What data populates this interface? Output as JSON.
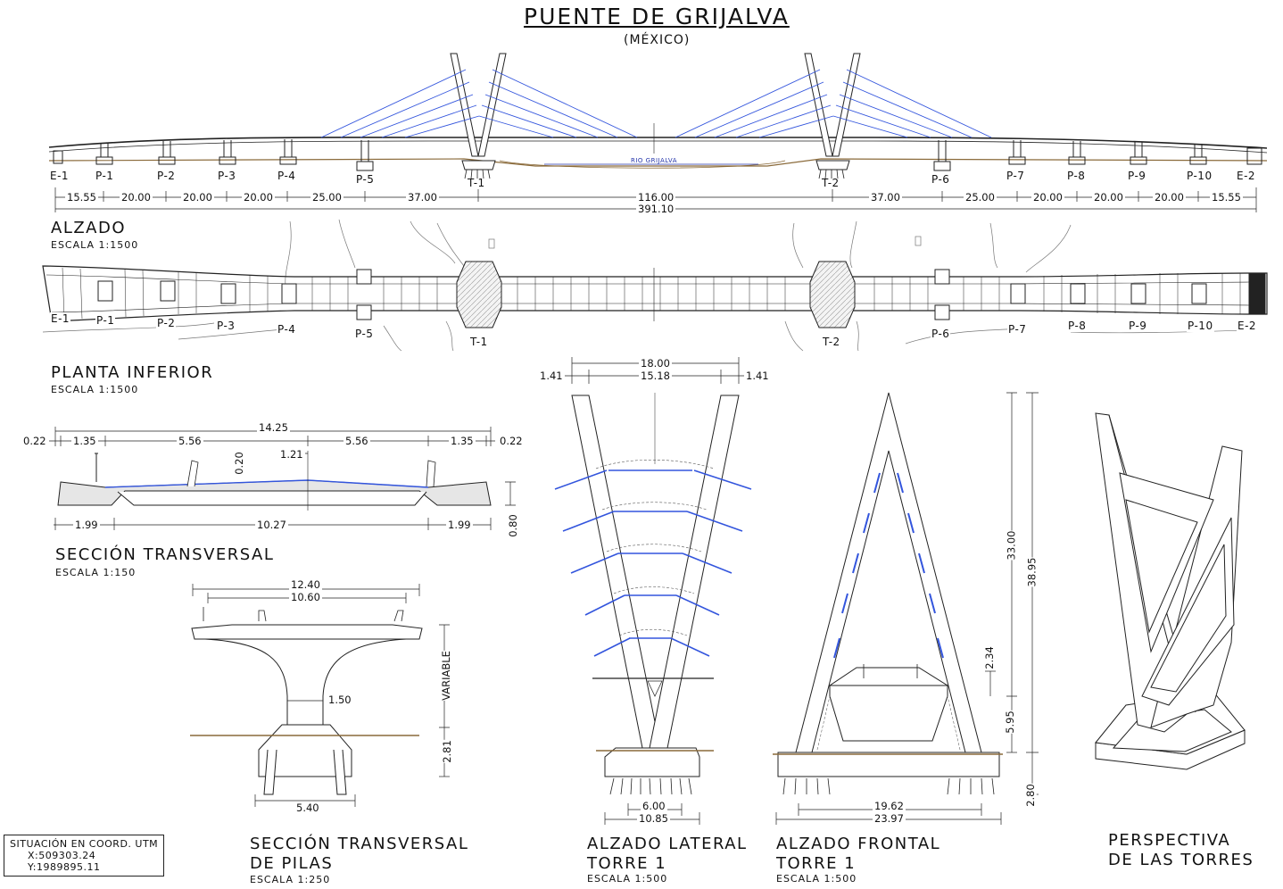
{
  "header": {
    "title": "PUENTE DE GRIJALVA",
    "subtitle": "(MÉXICO)"
  },
  "alzado": {
    "title": "ALZADO",
    "scale": "ESCALA 1:1500",
    "river_label": "RIO GRIJALVA",
    "supports": [
      "E-1",
      "P-1",
      "P-2",
      "P-3",
      "P-4",
      "P-5",
      "T-1",
      "T-2",
      "P-6",
      "P-7",
      "P-8",
      "P-9",
      "P-10",
      "E-2"
    ],
    "spans": [
      "15.55",
      "20.00",
      "20.00",
      "20.00",
      "25.00",
      "37.00",
      "116.00",
      "37.00",
      "25.00",
      "20.00",
      "20.00",
      "20.00",
      "15.55"
    ],
    "total": "391.10"
  },
  "planta": {
    "title": "PLANTA INFERIOR",
    "scale": "ESCALA 1:1500",
    "supports": [
      "E-1",
      "P-1",
      "P-2",
      "P-3",
      "P-4",
      "P-5",
      "T-1",
      "T-2",
      "P-6",
      "P-7",
      "P-8",
      "P-9",
      "P-10",
      "E-2"
    ]
  },
  "seccion": {
    "title": "SECCIÓN TRANSVERSAL",
    "scale": "ESCALA 1:150",
    "dims": {
      "total": "14.25",
      "edge_left": "0.22",
      "edge_right": "0.22",
      "side_left": "1.35",
      "side_right": "1.35",
      "lane_left": "5.56",
      "lane_right": "5.56",
      "center_h": "1.21",
      "thickness": "0.20",
      "depth": "0.80",
      "bottom_left": "1.99",
      "bottom_center": "10.27",
      "bottom_right": "1.99"
    }
  },
  "pilas": {
    "title_line1": "SECCIÓN TRANSVERSAL",
    "title_line2": "DE PILAS",
    "scale": "ESCALA 1:250",
    "dims": {
      "top_total": "12.40",
      "top_inner": "10.60",
      "column": "1.50",
      "variable": "VARIABLE",
      "footing_h": "2.81",
      "footing_w": "5.40"
    }
  },
  "lateral": {
    "title_line1": "ALZADO LATERAL",
    "title_line2": "TORRE 1",
    "scale": "ESCALA 1:500",
    "dims": {
      "top_total": "18.00",
      "top_inner": "15.18",
      "leg_left": "1.41",
      "leg_right": "1.41",
      "base_inner": "6.00",
      "base_outer": "10.85"
    }
  },
  "frontal": {
    "title_line1": "ALZADO FRONTAL",
    "title_line2": "TORRE 1",
    "scale": "ESCALA 1:500",
    "dims": {
      "upper": "33.00",
      "total": "38.95",
      "deck": "2.34",
      "lower": "5.95",
      "footing": "2.80",
      "base_inner": "19.62",
      "base_outer": "23.97"
    }
  },
  "perspectiva": {
    "title_line1": "PERSPECTIVA",
    "title_line2": "DE LAS TORRES"
  },
  "coords": {
    "line1": "SITUACIÓN EN COORD. UTM",
    "line2": "X:509303.24",
    "line3": "Y:1989895.11"
  },
  "colors": {
    "line": "#222222",
    "cable": "#3355dd",
    "ground": "#8a6a3a",
    "fill": "#e6e6e6"
  }
}
